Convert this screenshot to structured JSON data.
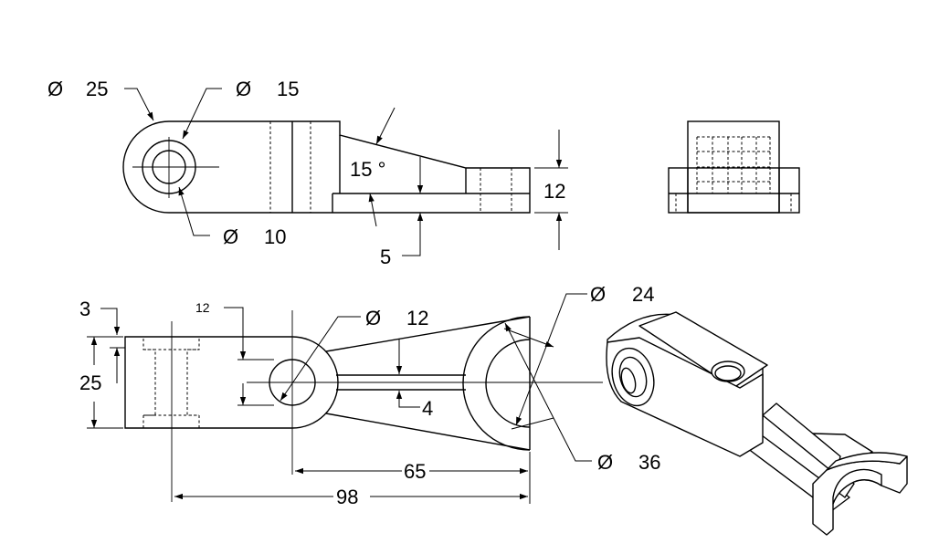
{
  "dimensions": {
    "dia_25": "25",
    "dia_15": "15",
    "dia_10": "10",
    "angle_15": "15 °",
    "dim_12_front": "12",
    "dim_5": "5",
    "dim_3": "3",
    "dim_25": "25",
    "dim_12_top": "12",
    "dia_12": "12",
    "dim_4": "4",
    "dia_24": "24",
    "dia_36": "36",
    "dim_65": "65",
    "dim_98": "98"
  },
  "symbols": {
    "diameter": "Ø"
  }
}
